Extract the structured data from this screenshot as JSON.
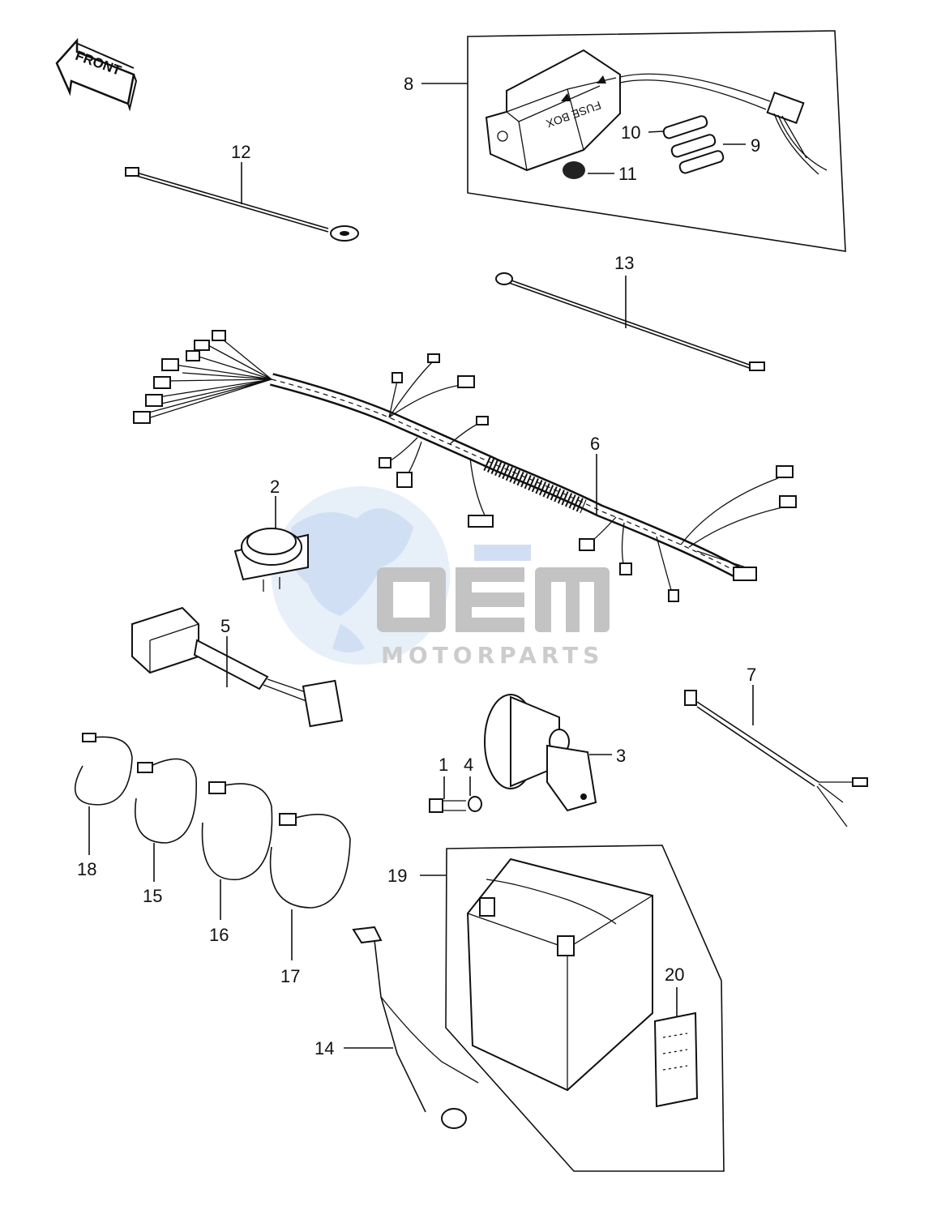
{
  "diagram": {
    "front_arrow_text": "FRONT",
    "fuse_box_text": "FUSE BOX",
    "watermark": {
      "brand": "OEM",
      "subtitle": "MOTORPARTS",
      "brand_color": "#b9b9b9",
      "globe_color": "#cfe0f5"
    },
    "callouts": [
      {
        "id": "c1",
        "text": "1"
      },
      {
        "id": "c2",
        "text": "2"
      },
      {
        "id": "c3",
        "text": "3"
      },
      {
        "id": "c4",
        "text": "4"
      },
      {
        "id": "c5",
        "text": "5"
      },
      {
        "id": "c6",
        "text": "6"
      },
      {
        "id": "c7",
        "text": "7"
      },
      {
        "id": "c8",
        "text": "8"
      },
      {
        "id": "c9",
        "text": "9"
      },
      {
        "id": "c10",
        "text": "10"
      },
      {
        "id": "c11",
        "text": "11"
      },
      {
        "id": "c12",
        "text": "12"
      },
      {
        "id": "c13",
        "text": "13"
      },
      {
        "id": "c14",
        "text": "14"
      },
      {
        "id": "c15",
        "text": "15"
      },
      {
        "id": "c16",
        "text": "16"
      },
      {
        "id": "c17",
        "text": "17"
      },
      {
        "id": "c18",
        "text": "18"
      },
      {
        "id": "c19",
        "text": "19"
      },
      {
        "id": "c20",
        "text": "20"
      }
    ]
  }
}
